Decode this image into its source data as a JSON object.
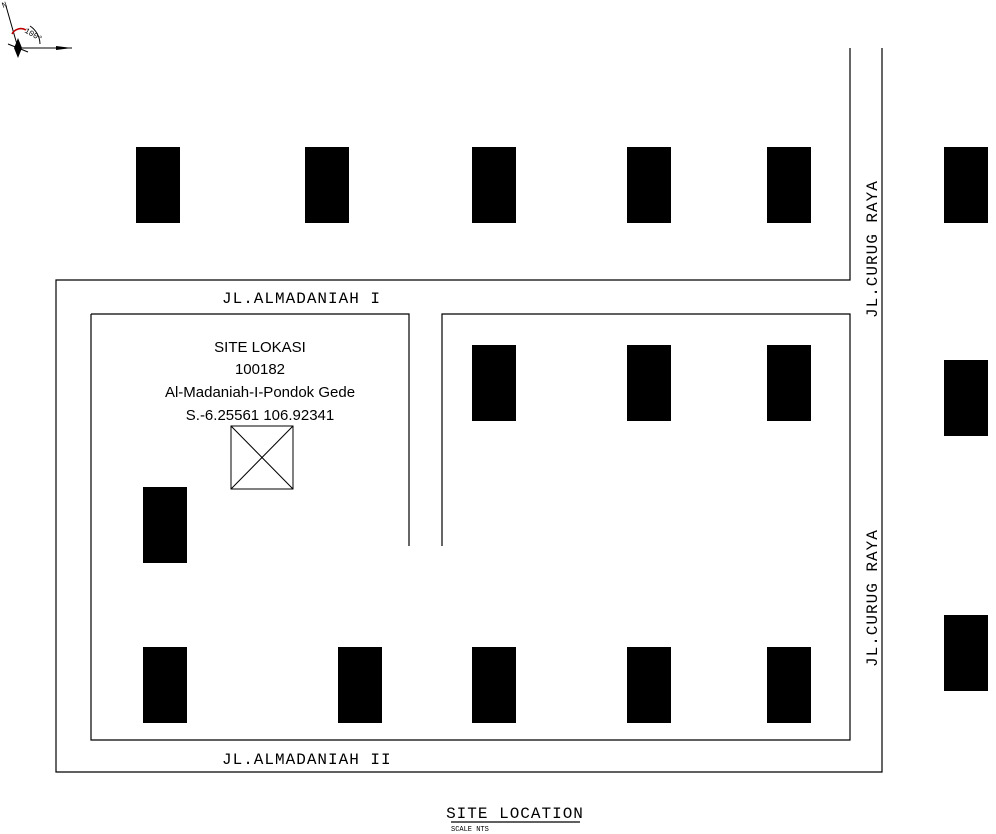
{
  "roads": {
    "almadaniah_1": "JL.ALMADANIAH I",
    "almadaniah_2": "JL.ALMADANIAH II",
    "curug_raya_top": "JL.CURUG RAYA",
    "curug_raya_bottom": "JL.CURUG RAYA"
  },
  "site": {
    "title": "SITE LOKASI",
    "id": "100182",
    "name": "Al-Madaniah-I-Pondok Gede",
    "coords": "S.-6.25561 106.92341"
  },
  "footer": {
    "title": "SITE LOCATION",
    "scale": "SCALE NTS"
  },
  "north_arrow": {
    "north_label": "N",
    "bearing": "100°"
  },
  "icons": {
    "north": "north-arrow-icon",
    "house": "house-icon",
    "site": "site-marker-icon"
  }
}
